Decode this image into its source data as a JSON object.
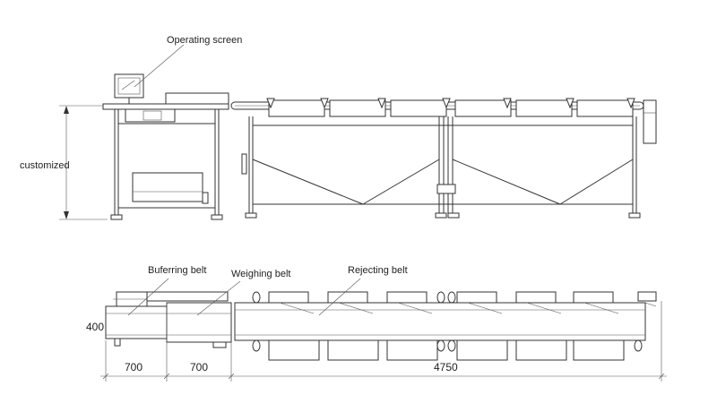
{
  "labels": {
    "operating_screen": "Operating screen",
    "customized": "customized",
    "buffering_belt": "Buferring belt",
    "weighing_belt": "Weighing belt",
    "rejecting_belt": "Rejecting belt"
  },
  "dimensions": {
    "width": "400",
    "buffer_length": "700",
    "weighing_length": "700",
    "rejecting_length": "4750"
  }
}
